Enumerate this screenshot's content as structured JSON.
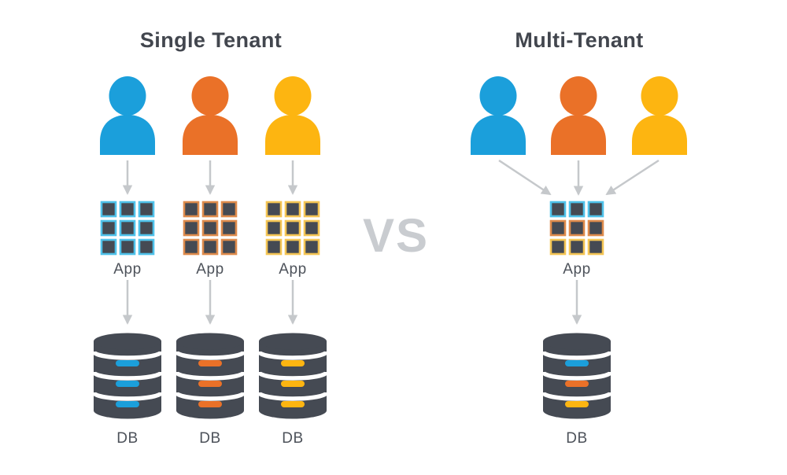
{
  "colors": {
    "blue": "#1B9FDB",
    "orange": "#EA7128",
    "yellow": "#FDB511",
    "dark": "#454A53",
    "title": "#42464E",
    "label": "#4D525A",
    "arrow": "#C5C8CB",
    "vs": "#C9CCD0",
    "background": "#FFFFFF",
    "borderBlue": "#4FC2EA",
    "borderOrange": "#DE8B4C",
    "borderYellow": "#F4C554"
  },
  "left": {
    "title": "Single Tenant",
    "columns": [
      {
        "tenant": "blue",
        "app_label": "App",
        "db_label": "DB"
      },
      {
        "tenant": "orange",
        "app_label": "App",
        "db_label": "DB"
      },
      {
        "tenant": "yellow",
        "app_label": "App",
        "db_label": "DB"
      }
    ]
  },
  "divider": {
    "vs_label": "VS"
  },
  "right": {
    "title": "Multi-Tenant",
    "tenants": [
      "blue",
      "orange",
      "yellow"
    ],
    "app_label": "App",
    "db_label": "DB"
  }
}
